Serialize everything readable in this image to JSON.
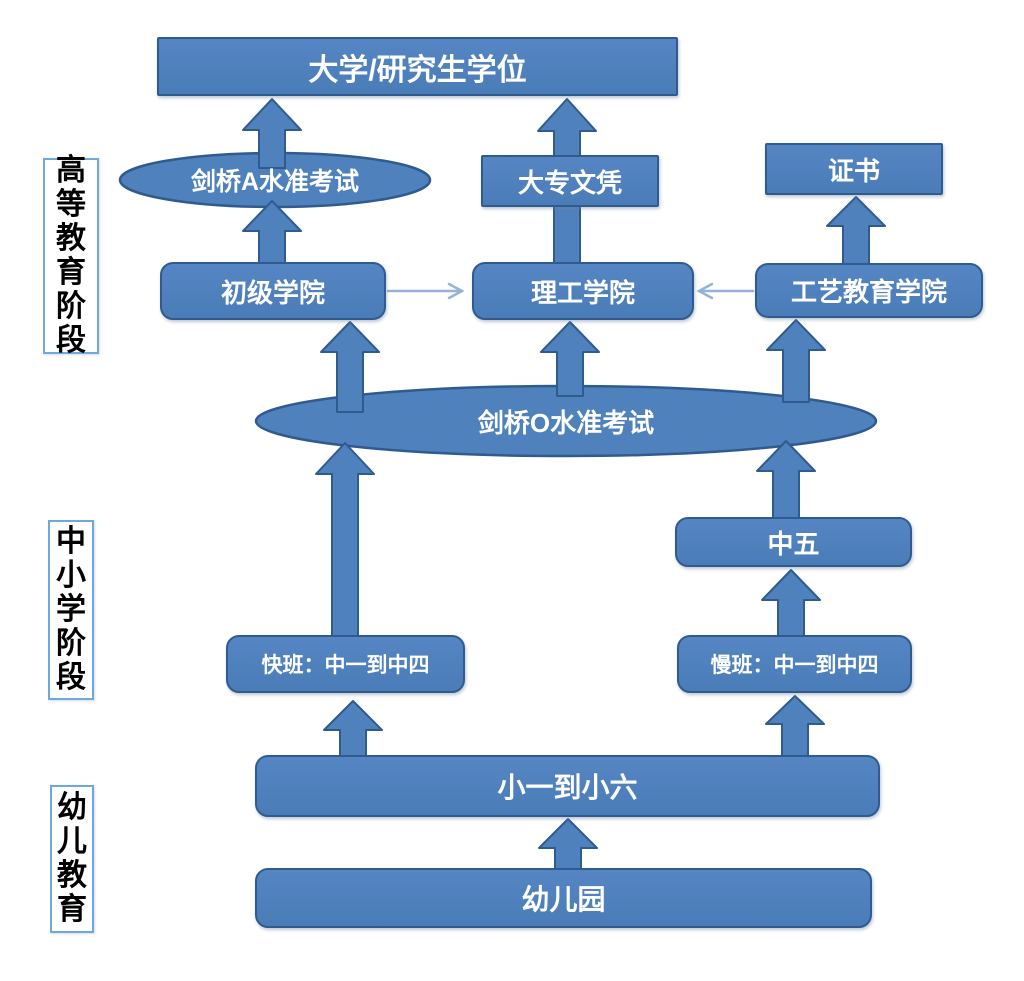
{
  "diagram": {
    "title_none": "",
    "stages": {
      "higher": "高等教育阶段",
      "school": "中小学阶段",
      "early": "幼儿教育"
    },
    "nodes": {
      "university": "大学/研究生学位",
      "a_level": "剑桥A水准考试",
      "diploma": "大专文凭",
      "certificate": "证书",
      "junior_college": "初级学院",
      "polytechnic": "理工学院",
      "ite": "工艺教育学院",
      "o_level": "剑桥O水准考试",
      "sec5": "中五",
      "express": "快班：中一到中四",
      "normal": "慢班：中一到中四",
      "primary": "小一到小六",
      "kindergarten": "幼儿园"
    },
    "colors": {
      "node_fill": "#4f81bd",
      "node_border": "#2f5b8f",
      "node_text": "#ffffff",
      "thin_arrow": "#95b3d7",
      "stage_border": "#6fa8dc",
      "stage_text": "#000000",
      "background": "#ffffff"
    }
  }
}
